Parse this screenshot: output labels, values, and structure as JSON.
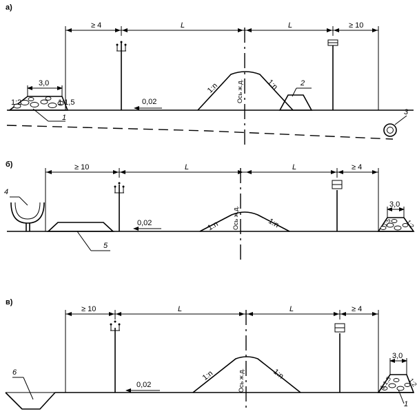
{
  "panels": [
    {
      "id": "a",
      "label": "а)",
      "dims": [
        "≥ 4",
        "L",
        "L",
        "≥ 10"
      ],
      "slopes": {
        "left": "1:n",
        "right": "1:n"
      },
      "axis": "Ось ж.д.",
      "grade": "0,02",
      "berm": {
        "width": "3,0",
        "slope_left": "1:2",
        "slope_right": "1:1,5"
      },
      "callouts": [
        "1",
        "2",
        "3"
      ]
    },
    {
      "id": "b",
      "label": "б)",
      "dims": [
        "≥ 10",
        "L",
        "L",
        "≥ 4"
      ],
      "slopes": {
        "left": "1:n",
        "right": "1:n"
      },
      "axis": "Ось ж.д.",
      "grade": "0,02",
      "berm": {
        "width": "3,0",
        "slope_left": "1:5",
        "slope_right": "1:2"
      },
      "callouts": [
        "4",
        "5"
      ]
    },
    {
      "id": "v",
      "label": "в)",
      "dims": [
        "≥ 10",
        "L",
        "L",
        "≥ 4"
      ],
      "slopes": {
        "left": "1:n",
        "right": "1:n"
      },
      "axis": "Ось ж.д.",
      "grade": "0,02",
      "berm": {
        "width": "3,0",
        "slope_left": "1:1,5",
        "slope_right": "1:2"
      },
      "callouts": [
        "6",
        "1"
      ]
    }
  ]
}
